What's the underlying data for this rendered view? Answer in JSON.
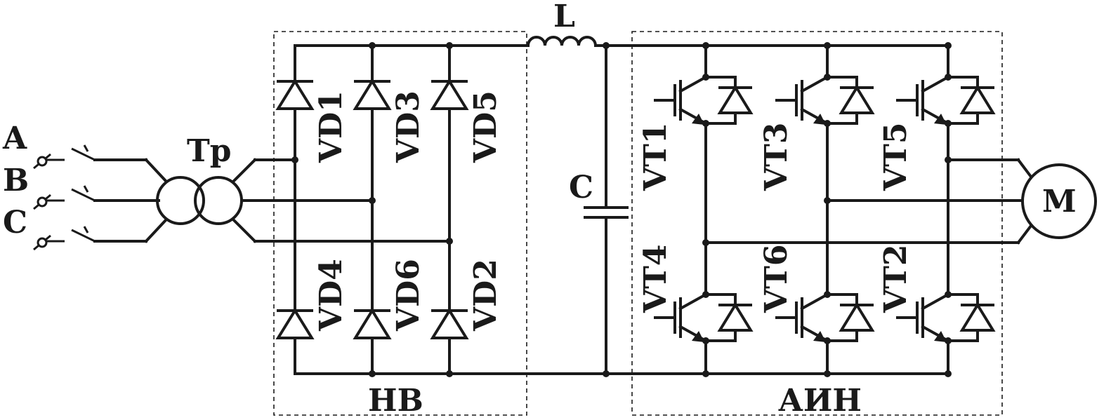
{
  "labels": {
    "phase_a": "A",
    "phase_b": "B",
    "phase_c": "C",
    "transformer": "Tp",
    "inductor": "L",
    "capacitor": "C",
    "motor": "M",
    "rectifier_block": "НВ",
    "inverter_block": "АИН"
  },
  "diodes": {
    "vd1": "VD1",
    "vd3": "VD3",
    "vd5": "VD5",
    "vd4": "VD4",
    "vd6": "VD6",
    "vd2": "VD2"
  },
  "transistors": {
    "vt1": "VT1",
    "vt3": "VT3",
    "vt5": "VT5",
    "vt4": "VT4",
    "vt6": "VT6",
    "vt2": "VT2"
  }
}
